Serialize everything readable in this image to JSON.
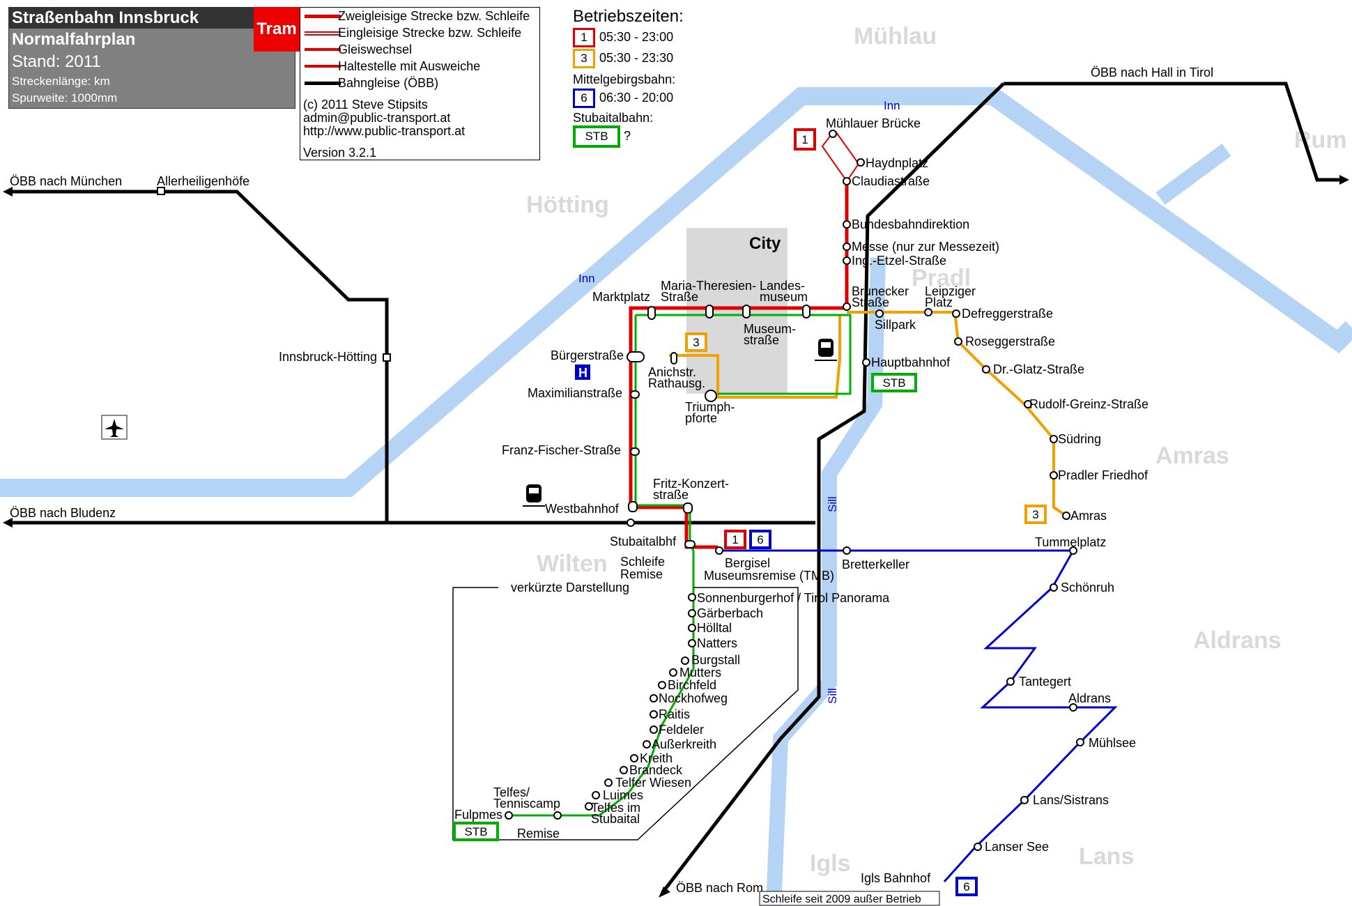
{
  "header": {
    "title": "Straßenbahn Innsbruck",
    "subtitle": "Normalfahrplan",
    "stand": "Stand: 2011",
    "length": "Streckenlänge: km",
    "gauge": "Spurweite: 1000mm",
    "tram": "Tram"
  },
  "legend": {
    "items": [
      {
        "label": "Zweigleisige Strecke bzw. Schleife",
        "color": "#e00000"
      },
      {
        "label": "Eingleisige Strecke bzw. Schleife",
        "color": "#e00000"
      },
      {
        "label": "Gleiswechsel",
        "color": "#e00000"
      },
      {
        "label": "Haltestelle mit Ausweiche",
        "color": "#e00000"
      },
      {
        "label": "Bahngleise (ÖBB)",
        "color": "#000000"
      }
    ],
    "copyright": "(c) 2011 Steve Stipsits",
    "email": "admin@public-transport.at",
    "url": "http://www.public-transport.at",
    "version": "Version 3.2.1"
  },
  "times": {
    "title": "Betriebszeiten:",
    "lines": [
      {
        "line": "1",
        "hours": "05:30 - 23:00",
        "color": "#e00000"
      },
      {
        "line": "3",
        "hours": "05:30 - 23:30",
        "color": "#f0a000"
      }
    ],
    "mittel_label": "Mittelgebirgsbahn:",
    "line6": {
      "line": "6",
      "hours": "06:30 - 20:00",
      "color": "#0000cc"
    },
    "stub_label": "Stubaitalbahn:",
    "stb": "STB",
    "stb_hours": "?"
  },
  "districts": [
    "Mühlau",
    "Hötting",
    "Pradl",
    "Rum",
    "Amras",
    "Wilten",
    "Aldrans",
    "Igls",
    "Lans",
    "City"
  ],
  "river_labels": [
    "Inn",
    "Inn",
    "Sill",
    "Sill"
  ],
  "rail_labels": {
    "muenchen": "ÖBB nach München",
    "allerheiligen": "Allerheiligenhöfe",
    "hoetting": "Innsbruck-Hötting",
    "bludenz": "ÖBB nach Bludenz",
    "hall": "ÖBB nach Hall in Tirol",
    "rom": "ÖBB nach Rom"
  },
  "stations": {
    "muehlauer_bruecke": "Mühlauer Brücke",
    "haydnplatz": "Haydnplatz",
    "claudiastrasse": "Claudiastraße",
    "bundesbahndirektion": "Bundesbahndirektion",
    "messe": "Messe (nur zur Messezeit)",
    "ing_etzel": "Ing.-Etzel-Straße",
    "brunecker": "Brunecker\nStraße",
    "leipziger": "Leipziger\nPlatz",
    "defregger": "Defreggerstraße",
    "sillpark": "Sillpark",
    "rosegger": "Roseggerstraße",
    "glatz": "Dr.-Glatz-Straße",
    "greinz": "Rudolf-Greinz-Straße",
    "suedring": "Südring",
    "pradler_friedhof": "Pradler Friedhof",
    "amras": "Amras",
    "hauptbahnhof": "Hauptbahnhof",
    "marktplatz": "Marktplatz",
    "maria_theresien": "Maria-Theresien-\nStraße",
    "landesmuseum": "Landes-\nmuseum",
    "museumstrasse": "Museum-\nstraße",
    "buergerstrasse": "Bürgerstraße",
    "anichstr": "Anichstr.\nRathausg.",
    "triumphpforte": "Triumph-\npforte",
    "maximilianstrasse": "Maximilianstraße",
    "franz_fischer": "Franz-Fischer-Straße",
    "westbahnhof": "Westbahnhof",
    "fritz_konzert": "Fritz-Konzert-\nstraße",
    "stubaitalbhf": "Stubaitalbhf",
    "schleife": "Schleife",
    "remise": "Remise",
    "bergisel": "Bergisel",
    "museumsremise": "Museumsremise (TMB)",
    "bretterkeller": "Bretterkeller",
    "tummelplatz": "Tummelplatz",
    "schoenruh": "Schönruh",
    "tantegert": "Tantegert",
    "aldrans": "Aldrans",
    "muehlsee": "Mühlsee",
    "lans_sistrans": "Lans/Sistrans",
    "lanser_see": "Lanser See",
    "igls_bahnhof": "Igls Bahnhof",
    "schleife_igls": "Schleife seit 2009 außer Betrieb",
    "verkuerzt": "verkürzte Darstellung",
    "sonnenburgerhof": "Sonnenburgerhof / Tirol Panorama",
    "gaerberbach": "Gärberbach",
    "hoelltal": "Hölltal",
    "natters": "Natters",
    "burgstall": "Burgstall",
    "mutters": "Mutters",
    "birchfeld": "Birchfeld",
    "nockhofweg": "Nockhofweg",
    "raitis": "Raitis",
    "feldeler": "Feldeler",
    "ausserkreith": "Außerkreith",
    "kreith": "Kreith",
    "brandeck": "Brandeck",
    "telfer_wiesen": "Telfer Wiesen",
    "luimes": "Luimes",
    "telfes_stubaital": "Telfes im\nStubaital",
    "telfes_tenniscamp": "Telfes/\nTenniscamp",
    "fulpmes": "Fulpmes",
    "remise_fulpmes": "Remise",
    "h": "H"
  },
  "tags": {
    "l1": "1",
    "l3": "3",
    "l6": "6",
    "stb": "STB"
  },
  "colors": {
    "red": "#e00000",
    "orange": "#f0a000",
    "green": "#00b000",
    "blue": "#0000cc",
    "river": "#b5d4f5",
    "city": "#d9d9d9"
  }
}
